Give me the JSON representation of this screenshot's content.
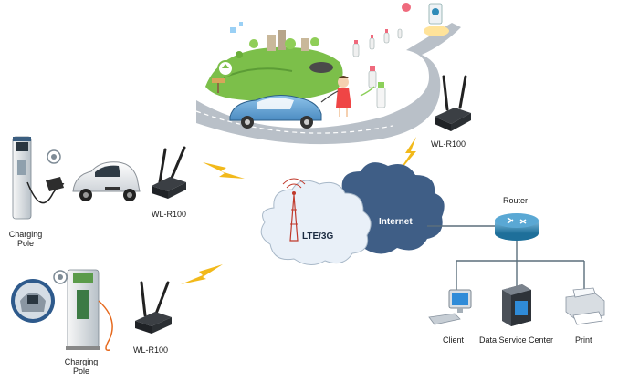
{
  "nodes": {
    "router_top_label": "WL-R100",
    "router_left_top_label": "WL-R100",
    "router_left_bottom_label": "WL-R100",
    "charging_pole_top_label": "Charging\nPole",
    "charging_pole_bottom_label": "Charging\nPole",
    "lte_label": "LTE/3G",
    "internet_label": "Internet",
    "router_label": "Router",
    "client_label": "Client",
    "data_center_label": "Data Service Center",
    "print_label": "Print"
  },
  "colors": {
    "cloud_white": "#e9f0f8",
    "cloud_blue": "#3f5e86",
    "lightning": "#f2b91a",
    "router_blue": "#2f8bb8",
    "line": "#5b6f7c",
    "grass": "#7cbf4a",
    "road": "#b9c0c8"
  }
}
